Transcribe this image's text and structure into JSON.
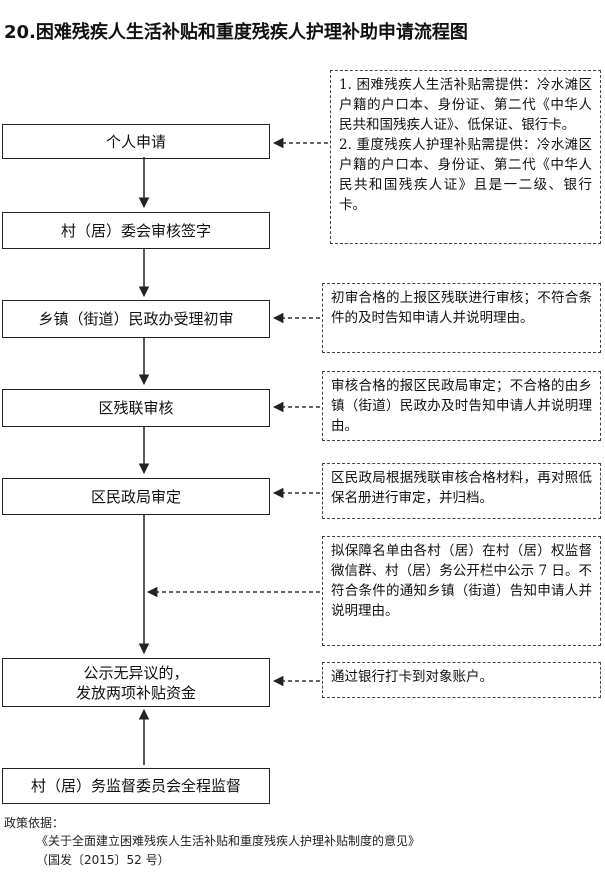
{
  "title": "20.困难残疾人生活补贴和重度残疾人护理补助申请流程图",
  "steps": [
    "个人申请",
    "村（居）委会审核签字",
    "乡镇（街道）民政办受理初审",
    "区残联审核",
    "区民政局审定",
    "公示无异议的，\n发放两项补贴资金",
    "村（居）务监督委员会全程监督"
  ],
  "notes": [
    "1. 困难残疾人生活补贴需提供：冷水滩区户籍的户口本、身份证、第二代《中华人民共和国残疾人证》、低保证、银行卡。\n2. 重度残疾人护理补贴需提供：冷水滩区户籍的户口本、身份证、第二代《中华人民共和国残疾人证》且是一二级、银行卡。",
    "初审合格的上报区残联进行审核；不符合条件的及时告知申请人并说明理由。",
    "审核合格的报区民政局审定；不合格的由乡镇（街道）民政办及时告知申请人并说明理由。",
    "区民政局根据残联审核合格材料，再对照低保名册进行审定，并归档。",
    "拟保障名单由各村（居）在村（居）权监督微信群、村（居）务公开栏中公示 7 日。不符合条件的通知乡镇（街道）告知申请人并说明理由。",
    "通过银行打卡到对象账户。"
  ],
  "footer": {
    "label": "政策依据：",
    "doc": "《关于全面建立困难残疾人生活补贴和重度残疾人护理补贴制度的意见》",
    "num": "（国发〔2015〕52 号）"
  }
}
